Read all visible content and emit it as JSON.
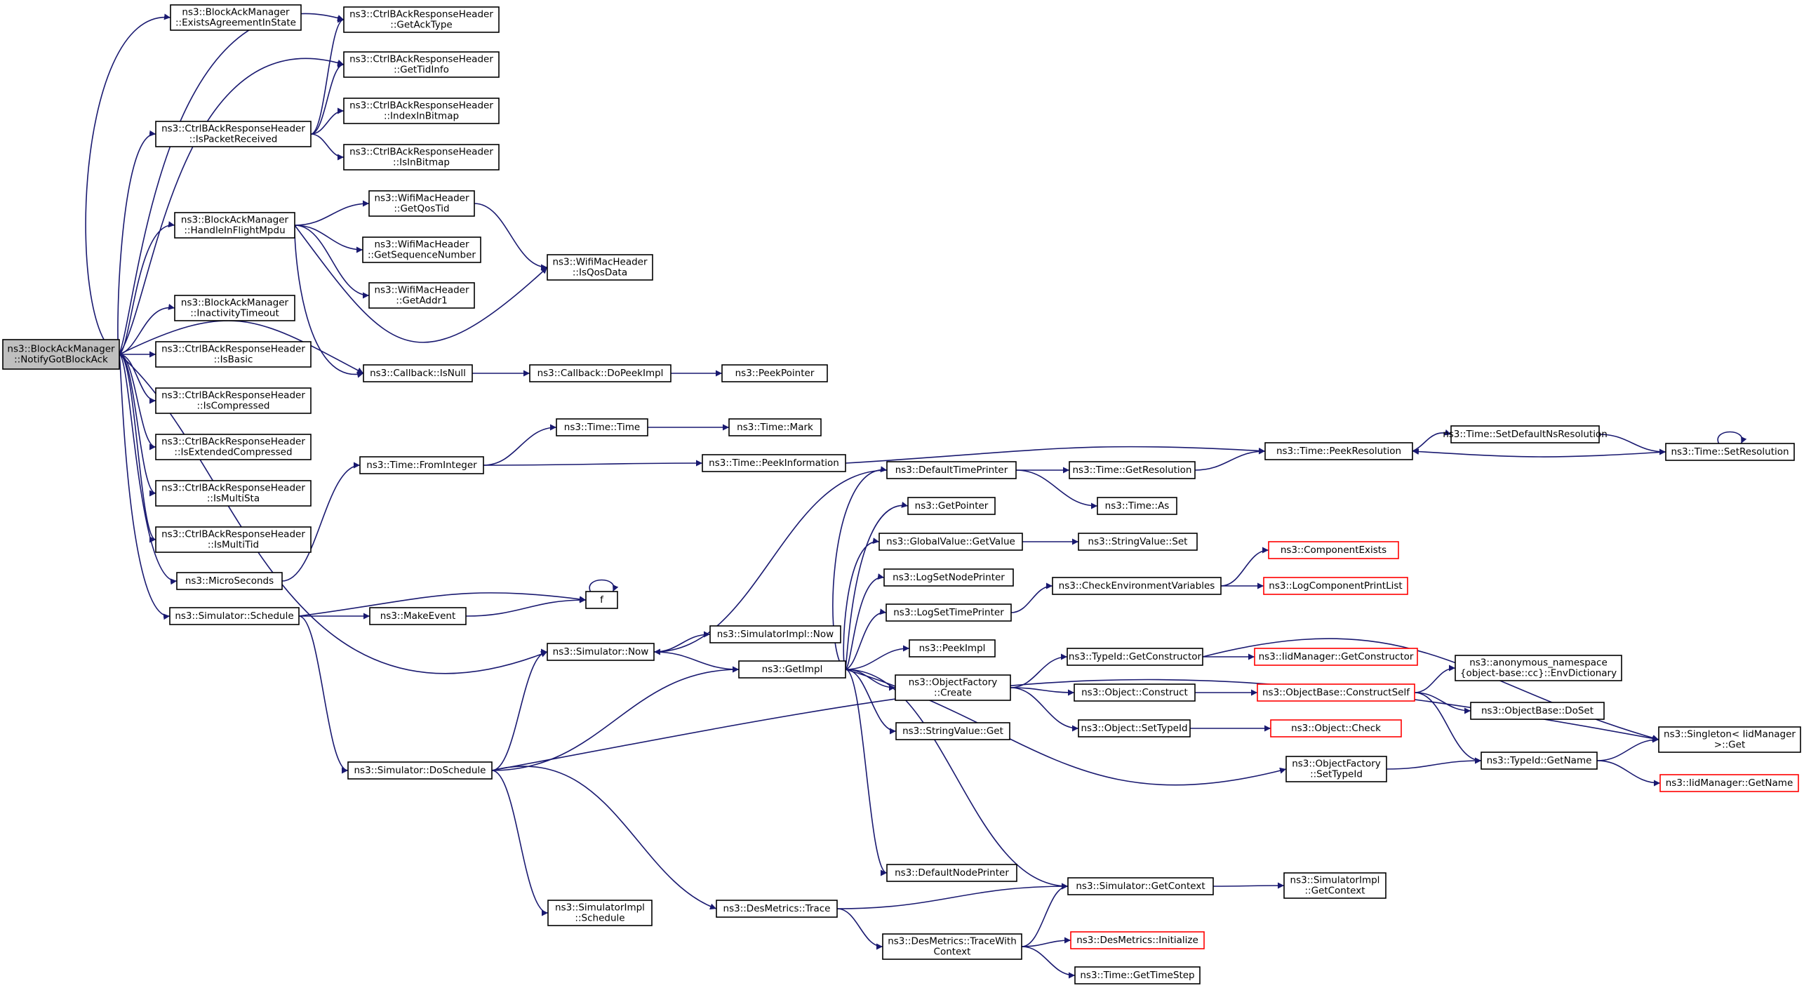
{
  "colors": {
    "edge": "#191970",
    "root_fill": "#bfbfbf",
    "missing_border": "#ff0000"
  },
  "nodes": [
    {
      "id": "n0",
      "lines": [
        "ns3::BlockAckManager",
        "::NotifyGotBlockAck"
      ],
      "root": true
    },
    {
      "id": "n1",
      "lines": [
        "ns3::BlockAckManager",
        "::ExistsAgreementInState"
      ]
    },
    {
      "id": "n2",
      "lines": [
        "ns3::CtrlBAckResponseHeader",
        "::GetAckType"
      ]
    },
    {
      "id": "n3",
      "lines": [
        "ns3::CtrlBAckResponseHeader",
        "::GetTidInfo"
      ]
    },
    {
      "id": "n4",
      "lines": [
        "ns3::CtrlBAckResponseHeader",
        "::IsPacketReceived"
      ]
    },
    {
      "id": "n5",
      "lines": [
        "ns3::CtrlBAckResponseHeader",
        "::IndexInBitmap"
      ]
    },
    {
      "id": "n6",
      "lines": [
        "ns3::CtrlBAckResponseHeader",
        "::IsInBitmap"
      ]
    },
    {
      "id": "n7",
      "lines": [
        "ns3::BlockAckManager",
        "::HandleInFlightMpdu"
      ]
    },
    {
      "id": "n8",
      "lines": [
        "ns3::WifiMacHeader",
        "::GetQosTid"
      ]
    },
    {
      "id": "n9",
      "lines": [
        "ns3::WifiMacHeader",
        "::GetSequenceNumber"
      ]
    },
    {
      "id": "n10",
      "lines": [
        "ns3::WifiMacHeader",
        "::GetAddr1"
      ]
    },
    {
      "id": "n11",
      "lines": [
        "ns3::WifiMacHeader",
        "::IsQosData"
      ]
    },
    {
      "id": "n12",
      "lines": [
        "ns3::BlockAckManager",
        "::InactivityTimeout"
      ]
    },
    {
      "id": "n13",
      "lines": [
        "ns3::CtrlBAckResponseHeader",
        "::IsBasic"
      ]
    },
    {
      "id": "n14",
      "lines": [
        "ns3::CtrlBAckResponseHeader",
        "::IsCompressed"
      ]
    },
    {
      "id": "n15",
      "lines": [
        "ns3::CtrlBAckResponseHeader",
        "::IsExtendedCompressed"
      ]
    },
    {
      "id": "n16",
      "lines": [
        "ns3::CtrlBAckResponseHeader",
        "::IsMultiSta"
      ]
    },
    {
      "id": "n17",
      "lines": [
        "ns3::CtrlBAckResponseHeader",
        "::IsMultiTid"
      ]
    },
    {
      "id": "n18",
      "lines": [
        "ns3::Callback::IsNull"
      ]
    },
    {
      "id": "n19",
      "lines": [
        "ns3::Callback::DoPeekImpl"
      ]
    },
    {
      "id": "n20",
      "lines": [
        "ns3::PeekPointer"
      ]
    },
    {
      "id": "n21",
      "lines": [
        "ns3::Time::FromInteger"
      ]
    },
    {
      "id": "n22",
      "lines": [
        "ns3::Time::Time"
      ]
    },
    {
      "id": "n23",
      "lines": [
        "ns3::Time::Mark"
      ]
    },
    {
      "id": "n24",
      "lines": [
        "ns3::Time::PeekInformation"
      ]
    },
    {
      "id": "n25",
      "lines": [
        "ns3::Time::PeekResolution"
      ]
    },
    {
      "id": "n26",
      "lines": [
        "ns3::Time::SetDefaultNsResolution"
      ]
    },
    {
      "id": "n27",
      "lines": [
        "ns3::Time::SetResolution"
      ]
    },
    {
      "id": "n28",
      "lines": [
        "ns3::MicroSeconds"
      ]
    },
    {
      "id": "n29",
      "lines": [
        "ns3::Simulator::Schedule"
      ]
    },
    {
      "id": "n30",
      "lines": [
        "f"
      ]
    },
    {
      "id": "n31",
      "lines": [
        "ns3::MakeEvent"
      ]
    },
    {
      "id": "n32",
      "lines": [
        "ns3::Simulator::Now"
      ]
    },
    {
      "id": "n33",
      "lines": [
        "ns3::SimulatorImpl::Now"
      ]
    },
    {
      "id": "n34",
      "lines": [
        "ns3::GetImpl"
      ]
    },
    {
      "id": "n35",
      "lines": [
        "ns3::DefaultTimePrinter"
      ]
    },
    {
      "id": "n36",
      "lines": [
        "ns3::Time::GetResolution"
      ]
    },
    {
      "id": "n37",
      "lines": [
        "ns3::Time::As"
      ]
    },
    {
      "id": "n38",
      "lines": [
        "ns3::GetPointer"
      ]
    },
    {
      "id": "n39",
      "lines": [
        "ns3::GlobalValue::GetValue"
      ]
    },
    {
      "id": "n40",
      "lines": [
        "ns3::StringValue::Set"
      ]
    },
    {
      "id": "n41",
      "lines": [
        "ns3::LogSetNodePrinter"
      ]
    },
    {
      "id": "n42",
      "lines": [
        "ns3::LogSetTimePrinter"
      ]
    },
    {
      "id": "n43",
      "lines": [
        "ns3::CheckEnvironmentVariables"
      ]
    },
    {
      "id": "n44",
      "lines": [
        "ns3::ComponentExists"
      ],
      "missing": true
    },
    {
      "id": "n45",
      "lines": [
        "ns3::LogComponentPrintList"
      ],
      "missing": true
    },
    {
      "id": "n46",
      "lines": [
        "ns3::PeekImpl"
      ]
    },
    {
      "id": "n47",
      "lines": [
        "ns3::ObjectFactory",
        "::Create"
      ]
    },
    {
      "id": "n48",
      "lines": [
        "ns3::TypeId::GetConstructor"
      ]
    },
    {
      "id": "n49",
      "lines": [
        "ns3::IidManager::GetConstructor"
      ],
      "missing": true
    },
    {
      "id": "n50",
      "lines": [
        "ns3::Object::Construct"
      ]
    },
    {
      "id": "n51",
      "lines": [
        "ns3::ObjectBase::ConstructSelf"
      ],
      "missing": true
    },
    {
      "id": "n52",
      "lines": [
        "ns3::anonymous_namespace",
        "{object-base::cc}::EnvDictionary"
      ]
    },
    {
      "id": "n53",
      "lines": [
        "ns3::ObjectBase::DoSet"
      ]
    },
    {
      "id": "n54",
      "lines": [
        "ns3::Object::SetTypeId"
      ]
    },
    {
      "id": "n55",
      "lines": [
        "ns3::Object::Check"
      ],
      "missing": true
    },
    {
      "id": "n56",
      "lines": [
        "ns3::StringValue::Get"
      ]
    },
    {
      "id": "n57",
      "lines": [
        "ns3::Singleton< IidManager",
        ">::Get"
      ]
    },
    {
      "id": "n58",
      "lines": [
        "ns3::ObjectFactory",
        "::SetTypeId"
      ]
    },
    {
      "id": "n59",
      "lines": [
        "ns3::TypeId::GetName"
      ]
    },
    {
      "id": "n60",
      "lines": [
        "ns3::IidManager::GetName"
      ],
      "missing": true
    },
    {
      "id": "n61",
      "lines": [
        "ns3::Simulator::DoSchedule"
      ]
    },
    {
      "id": "n62",
      "lines": [
        "ns3::DefaultNodePrinter"
      ]
    },
    {
      "id": "n63",
      "lines": [
        "ns3::Simulator::GetContext"
      ]
    },
    {
      "id": "n64",
      "lines": [
        "ns3::SimulatorImpl",
        "::GetContext"
      ]
    },
    {
      "id": "n65",
      "lines": [
        "ns3::SimulatorImpl",
        "::Schedule"
      ]
    },
    {
      "id": "n66",
      "lines": [
        "ns3::DesMetrics::Trace"
      ]
    },
    {
      "id": "n67",
      "lines": [
        "ns3::DesMetrics::TraceWith",
        "Context"
      ]
    },
    {
      "id": "n68",
      "lines": [
        "ns3::DesMetrics::Initialize"
      ],
      "missing": true
    },
    {
      "id": "n69",
      "lines": [
        "ns3::Time::GetTimeStep"
      ]
    }
  ]
}
